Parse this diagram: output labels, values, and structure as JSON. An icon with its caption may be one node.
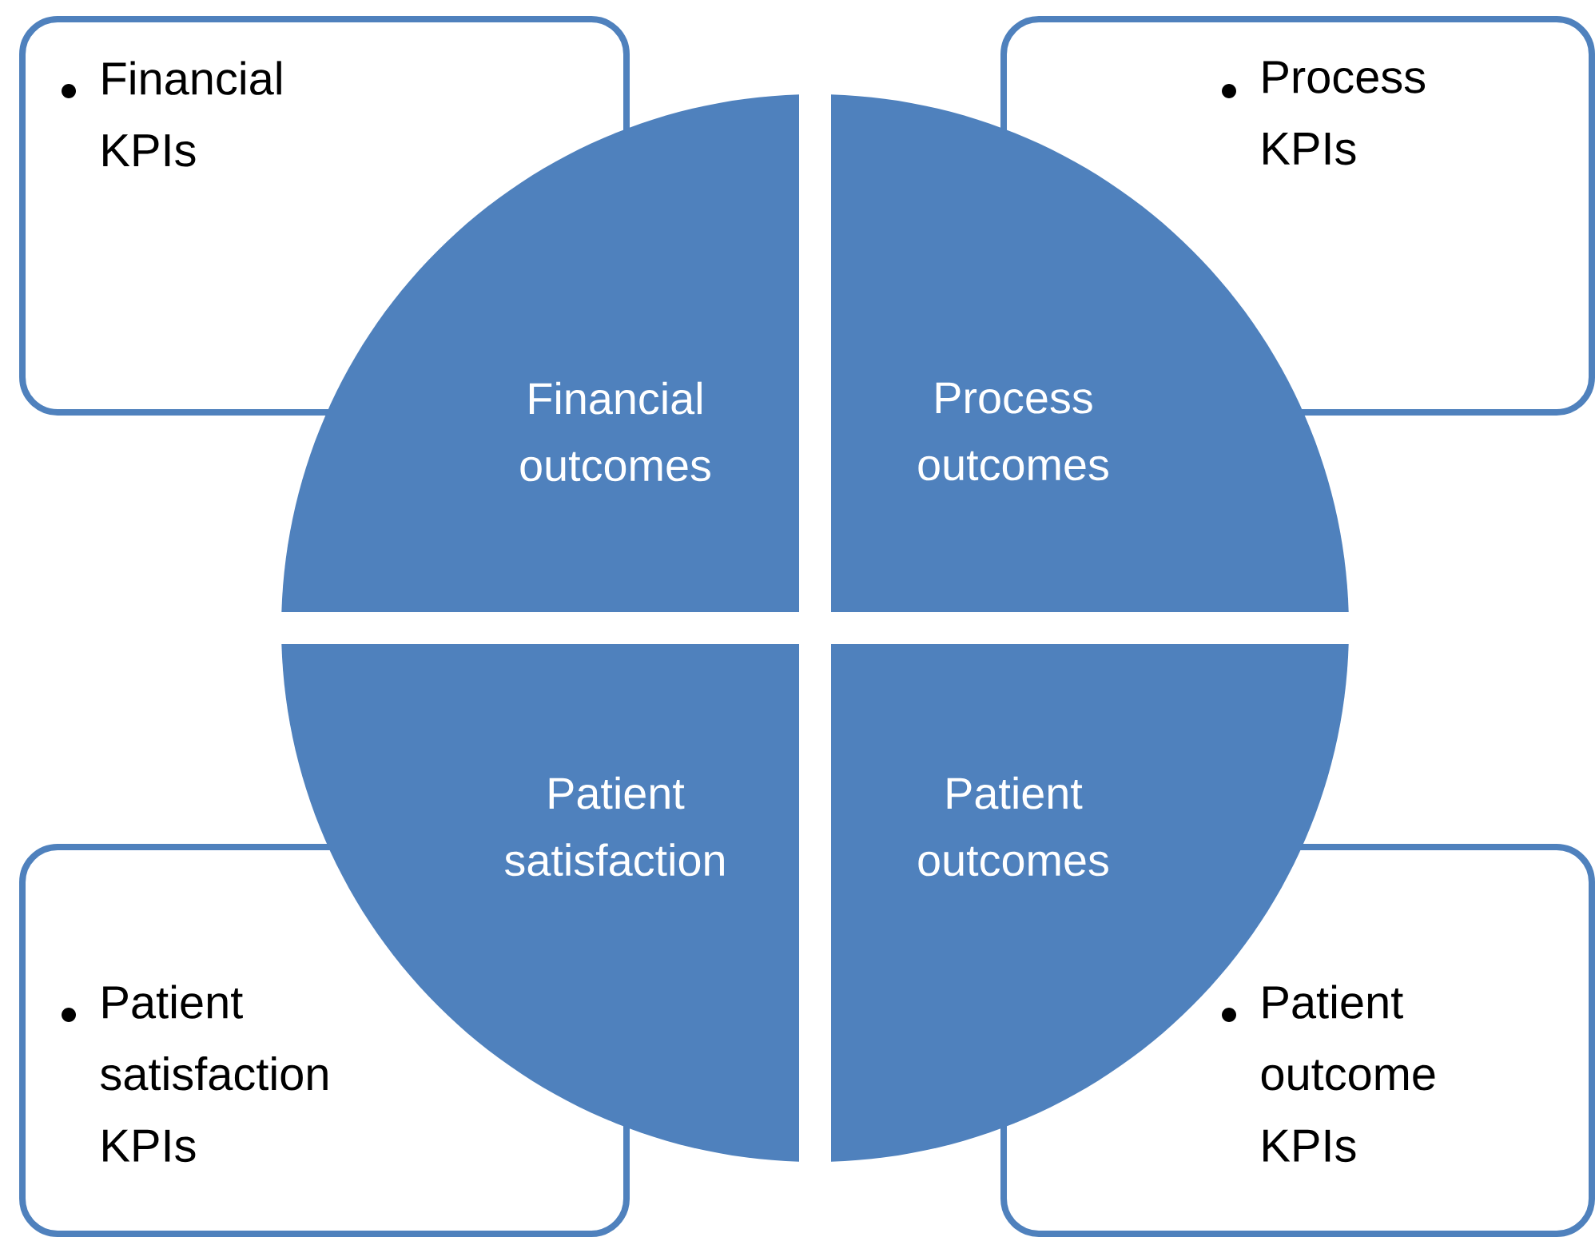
{
  "diagram": {
    "nodes": [
      {
        "text": [
          "Financial KPIs"
        ]
      },
      {
        "text": [
          "Process KPIs"
        ]
      },
      {
        "text": [
          "Financial outcomes"
        ]
      },
      {
        "text": [
          "Process outcomes"
        ]
      },
      {
        "text": [
          "Patient satisfaction"
        ]
      },
      {
        "text": [
          "Patient outcomes"
        ]
      },
      {
        "text": [
          "Patient satisfaction KPIs"
        ]
      },
      {
        "text": [
          "Patient outcome KPIs"
        ]
      }
    ]
  }
}
